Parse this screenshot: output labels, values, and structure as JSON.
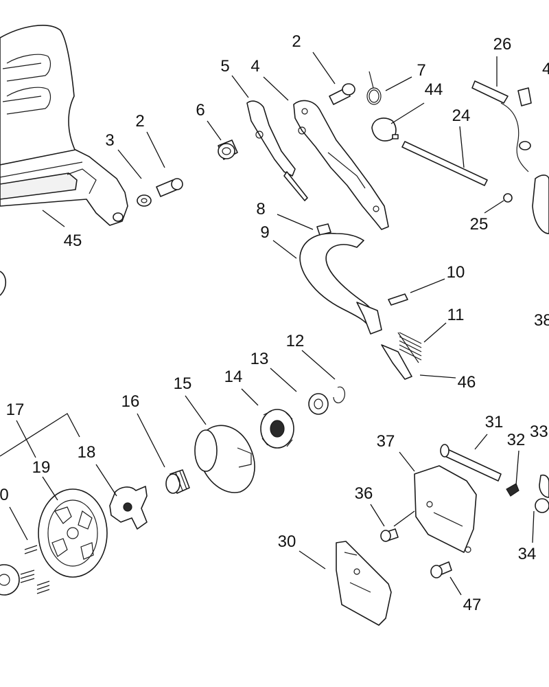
{
  "callouts": [
    {
      "id": "c2a",
      "text": "2"
    },
    {
      "id": "c26",
      "text": "26"
    },
    {
      "id": "c4r",
      "text": "4"
    },
    {
      "id": "c5",
      "text": "5"
    },
    {
      "id": "c4",
      "text": "4"
    },
    {
      "id": "c7",
      "text": "7"
    },
    {
      "id": "c44",
      "text": "44"
    },
    {
      "id": "c6",
      "text": "6"
    },
    {
      "id": "c2b",
      "text": "2"
    },
    {
      "id": "c3",
      "text": "3"
    },
    {
      "id": "c24",
      "text": "24"
    },
    {
      "id": "c45",
      "text": "45"
    },
    {
      "id": "c25",
      "text": "25"
    },
    {
      "id": "c8",
      "text": "8"
    },
    {
      "id": "c9",
      "text": "9"
    },
    {
      "id": "c10",
      "text": "10"
    },
    {
      "id": "c38",
      "text": "38"
    },
    {
      "id": "c11",
      "text": "11"
    },
    {
      "id": "c12",
      "text": "12"
    },
    {
      "id": "c13",
      "text": "13"
    },
    {
      "id": "c46",
      "text": "46"
    },
    {
      "id": "c14",
      "text": "14"
    },
    {
      "id": "c15",
      "text": "15"
    },
    {
      "id": "c16",
      "text": "16"
    },
    {
      "id": "c17",
      "text": "17"
    },
    {
      "id": "c31",
      "text": "31"
    },
    {
      "id": "c33",
      "text": "33"
    },
    {
      "id": "c37",
      "text": "37"
    },
    {
      "id": "c32",
      "text": "32"
    },
    {
      "id": "c18",
      "text": "18"
    },
    {
      "id": "c19",
      "text": "19"
    },
    {
      "id": "c0",
      "text": "0"
    },
    {
      "id": "c36",
      "text": "36"
    },
    {
      "id": "c34",
      "text": "34"
    },
    {
      "id": "c30",
      "text": "30"
    },
    {
      "id": "c47",
      "text": "47"
    }
  ]
}
